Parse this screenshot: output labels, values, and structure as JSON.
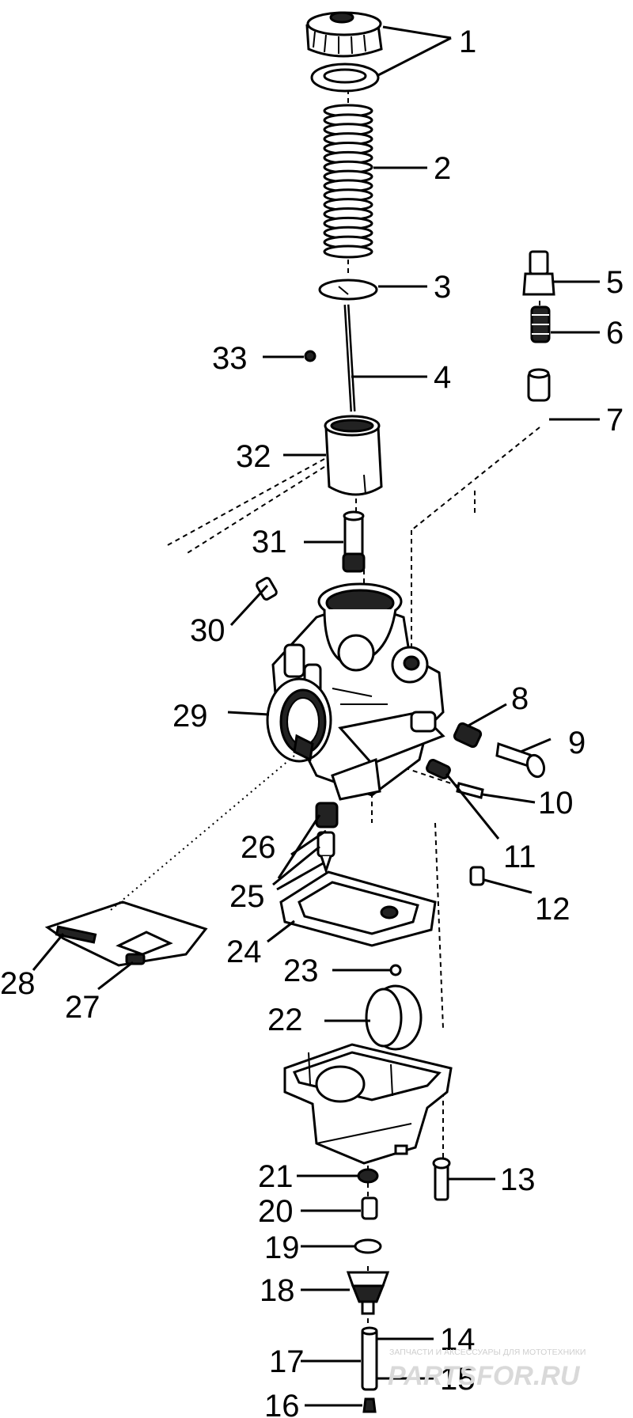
{
  "diagram": {
    "callouts": [
      "1",
      "2",
      "3",
      "4",
      "5",
      "6",
      "7",
      "8",
      "9",
      "10",
      "11",
      "12",
      "13",
      "14",
      "15",
      "16",
      "17",
      "18",
      "19",
      "20",
      "21",
      "22",
      "23",
      "24",
      "25",
      "26",
      "27",
      "28",
      "29",
      "30",
      "31",
      "32",
      "33"
    ]
  },
  "watermark": {
    "tagline": "ЗАПЧАСТИ И АКСЕССУАРЫ ДЛЯ МОТОТЕХНИКИ",
    "brand": "PARTSFOR.RU",
    "color": "#d9d9d9"
  }
}
